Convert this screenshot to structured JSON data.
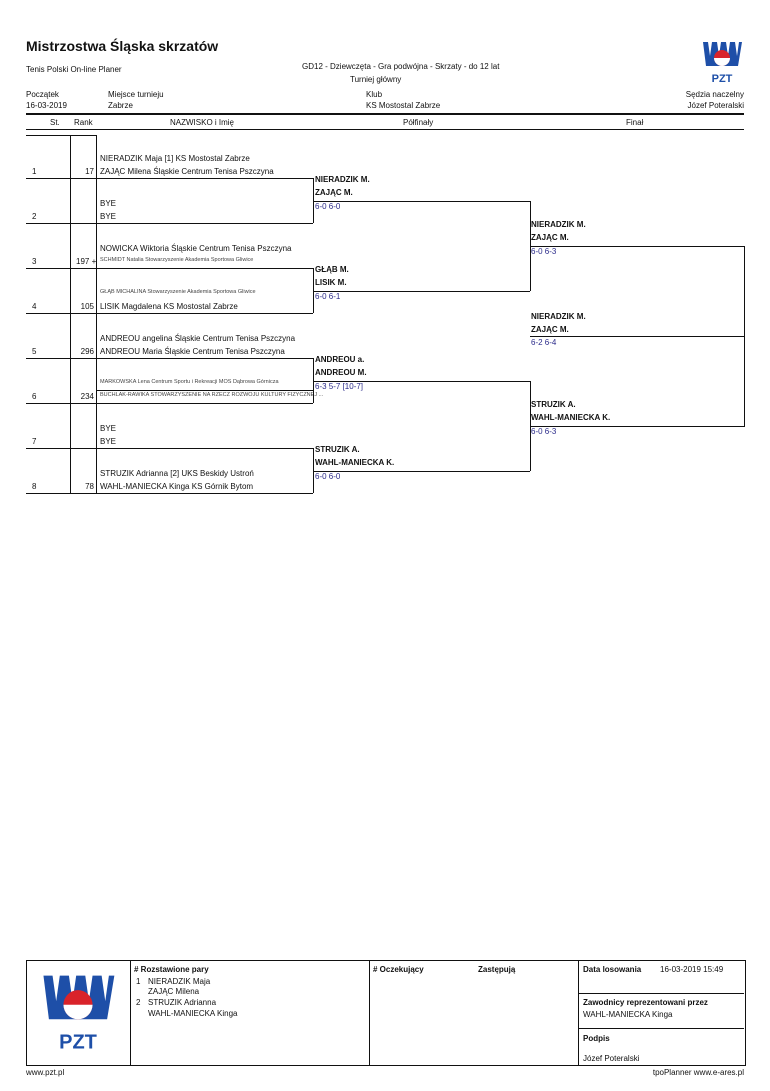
{
  "header": {
    "title": "Mistrzostwa Śląska skrzatów",
    "subtitle": "Tenis Polski On-line Planer",
    "event": "GD12 - Dziewczęta - Gra podwójna - Skrzaty - do 12 lat",
    "draw_type": "Turniej główny",
    "start_label": "Początek",
    "start_value": "16-03-2019",
    "venue_label": "Miejsce turnieju",
    "venue_value": "Zabrze",
    "club_label": "Klub",
    "club_value": "KS Mostostal Zabrze",
    "referee_label": "Sędzia naczelny",
    "referee_value": "Józef Poteralski",
    "logo_text": "PZT"
  },
  "columns": {
    "st": "St.",
    "rank": "Rank",
    "name": "NAZWISKO i Imię",
    "semis": "Półfinały",
    "final": "Finał"
  },
  "entries": [
    {
      "st": "1",
      "rank": "17",
      "p1": "NIERADZIK Maja [1] KS Mostostal Zabrze",
      "p2": "ZAJĄC Milena Śląskie Centrum Tenisa Pszczyna"
    },
    {
      "st": "2",
      "rank": "",
      "p1": "BYE",
      "p2": "BYE"
    },
    {
      "st": "3",
      "rank": "197 +",
      "p1": "NOWICKA Wiktoria Śląskie Centrum Tenisa Pszczyna",
      "p2": "SCHMIDT Natalia Stowarzyszenie Akademia Sportowa Gliwice"
    },
    {
      "st": "4",
      "rank": "105",
      "p1": "GŁĄB MICHALINA Stowarzyszenie Akademia Sportowa Gliwice",
      "p2": "LISIK Magdalena KS Mostostal Zabrze"
    },
    {
      "st": "5",
      "rank": "296",
      "p1": "ANDREOU angelina Śląskie Centrum Tenisa Pszczyna",
      "p2": "ANDREOU Maria Śląskie Centrum Tenisa Pszczyna"
    },
    {
      "st": "6",
      "rank": "234",
      "p1": "MARKOWSKA Lena Centrum Sportu i Rekreacji MOS Dąbrowa Górnicza",
      "p2": "BUCHLAK-RAWIKA STOWARZYSZENIE NA RZECZ ROZWOJU KULTURY FIZYCZNEJ ..."
    },
    {
      "st": "7",
      "rank": "",
      "p1": "BYE",
      "p2": "BYE"
    },
    {
      "st": "8",
      "rank": "78",
      "p1": "STRUZIK Adrianna [2] UKS Beskidy Ustroń",
      "p2": "WAHL-MANIECKA Kinga KS Górnik Bytom"
    }
  ],
  "round2": [
    {
      "p1": "NIERADZIK M.",
      "p2": "ZAJĄC M.",
      "score": "6-0 6-0"
    },
    {
      "p1": "GŁĄB M.",
      "p2": "LISIK M.",
      "score": "6-0 6-1"
    },
    {
      "p1": "ANDREOU a.",
      "p2": "ANDREOU M.",
      "score": "6-3 5-7 [10-7]"
    },
    {
      "p1": "STRUZIK A.",
      "p2": "WAHL-MANIECKA K.",
      "score": "6-0 6-0"
    }
  ],
  "semis": [
    {
      "p1": "NIERADZIK M.",
      "p2": "ZAJĄC M.",
      "score": "6-0 6-3"
    },
    {
      "p1": "STRUZIK A.",
      "p2": "WAHL-MANIECKA K.",
      "score": "6-0 6-3"
    }
  ],
  "final": {
    "p1": "NIERADZIK M.",
    "p2": "ZAJĄC M.",
    "score": "6-2 6-4"
  },
  "footer": {
    "seeds_label": "# Rozstawione pary",
    "seeds": [
      {
        "n": "1",
        "a": "NIERADZIK Maja",
        "b": "ZAJĄC Milena"
      },
      {
        "n": "2",
        "a": "STRUZIK Adrianna",
        "b": "WAHL-MANIECKA Kinga"
      }
    ],
    "waiting_label": "# Oczekujący",
    "replace_label": "Zastępują",
    "draw_date_label": "Data losowania",
    "draw_date_value": "16-03-2019 15:49",
    "rep_label": "Zawodnicy reprezentowani przez",
    "rep_value": "WAHL-MANIECKA Kinga",
    "sign_label": "Podpis",
    "sign_value": "Józef Poteralski",
    "site_left": "www.pzt.pl",
    "site_right": "tpoPlanner www.e-ares.pl",
    "logo_text": "PZT"
  }
}
